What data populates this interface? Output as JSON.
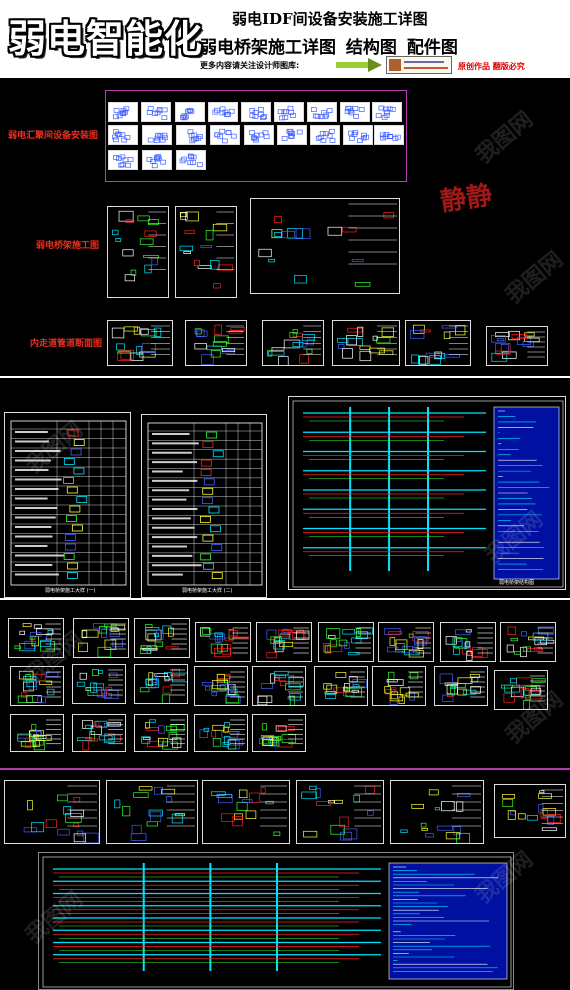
{
  "header": {
    "logo_text": "弱电智能化",
    "title_line1": "弱电IDF间设备安装施工详图",
    "title_line2": "弱电桥架施工详图  结构图  配件图",
    "more_text": "更多内容请关注设计师图库:",
    "original_text": "原创作品  翻版必究"
  },
  "labels": {
    "idf_room": "弱电汇聚间设备安装图",
    "tray": "弱电桥架施工图",
    "corridor": "内走道管道断面图",
    "signature": "静静"
  },
  "captions": {
    "table1": "弱电桥架施工大样 (一)",
    "table2": "弱电桥架施工大样 (二)",
    "riser": "弱电桥架结构图"
  },
  "watermark_text": "我图网",
  "colors": {
    "background": "#000000",
    "accent_red": "#e83020",
    "frame_purple": "#b03cb0",
    "cad_cyan": "#00e5ff",
    "cad_green": "#30ff30",
    "cad_red": "#ff2020",
    "cad_yellow": "#ffff30",
    "cad_blue": "#4060ff"
  }
}
